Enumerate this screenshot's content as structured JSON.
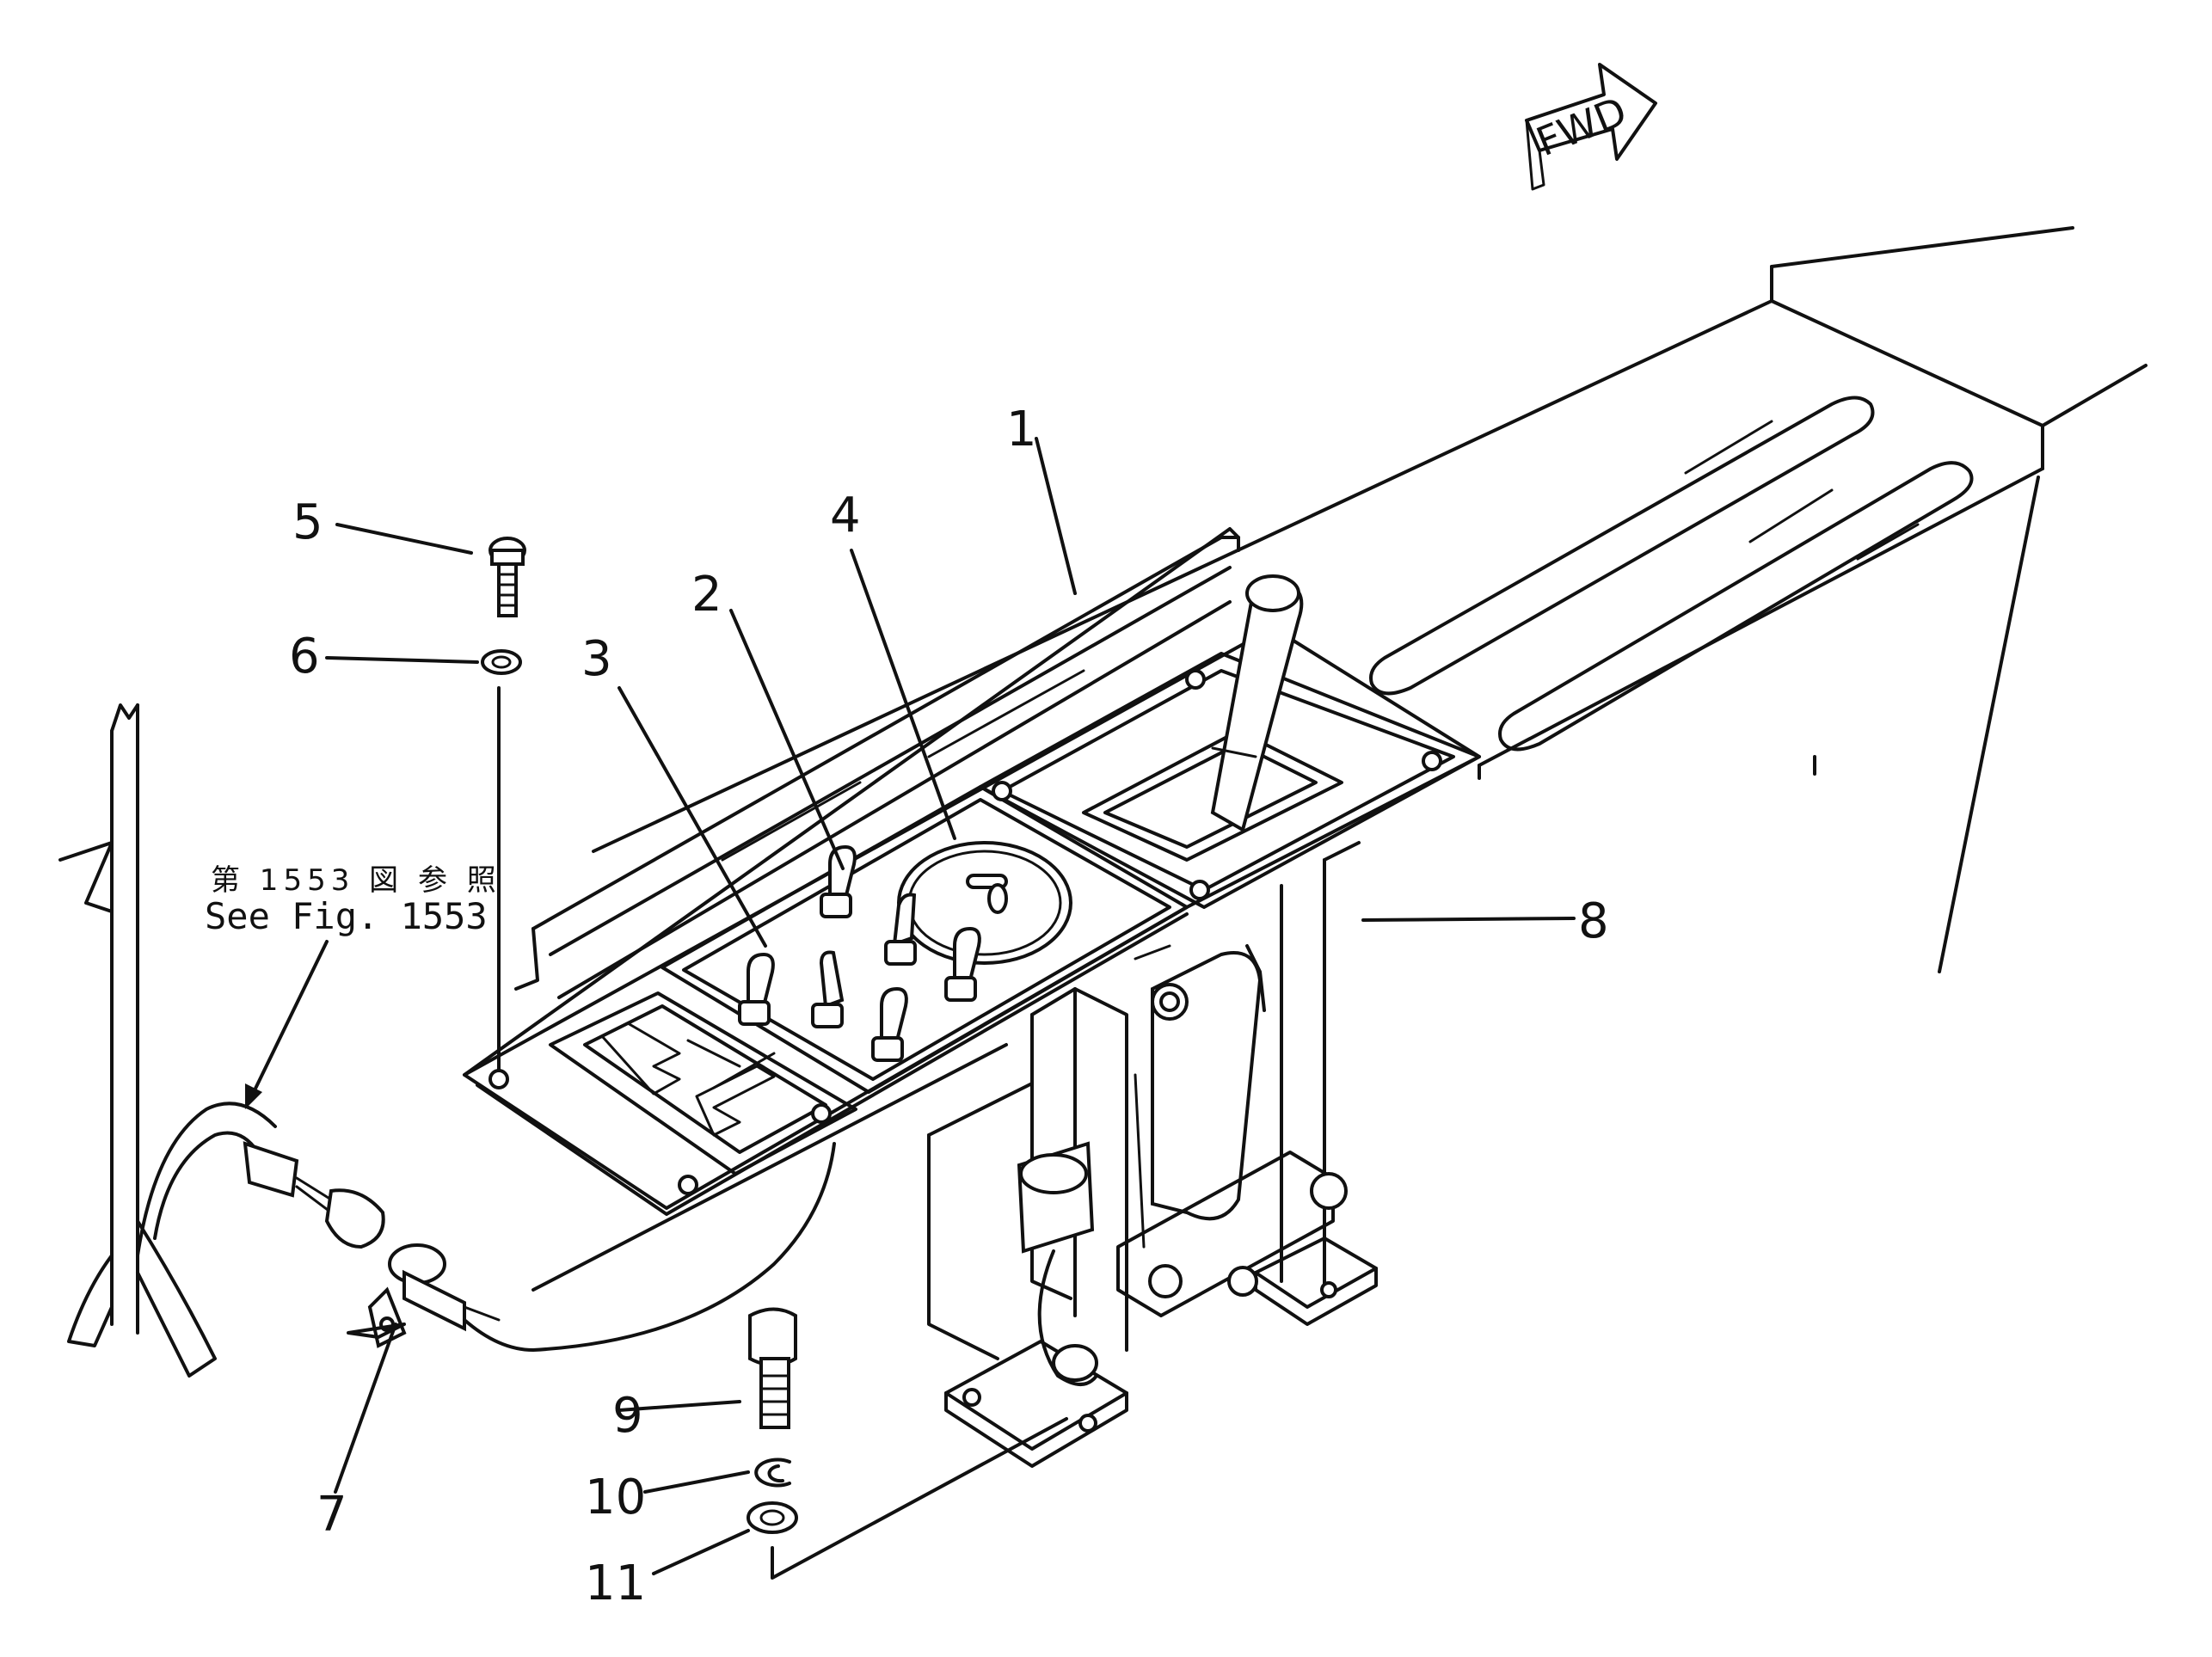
{
  "direction_marker": {
    "label": "FWD"
  },
  "reference_note": {
    "jp": "第 1553 図 参 照",
    "en": "See Fig. 1553"
  },
  "callouts": [
    {
      "number": "1"
    },
    {
      "number": "2"
    },
    {
      "number": "3"
    },
    {
      "number": "4"
    },
    {
      "number": "5"
    },
    {
      "number": "6"
    },
    {
      "number": "7"
    },
    {
      "number": "8"
    },
    {
      "number": "9"
    },
    {
      "number": "10"
    },
    {
      "number": "11"
    }
  ]
}
